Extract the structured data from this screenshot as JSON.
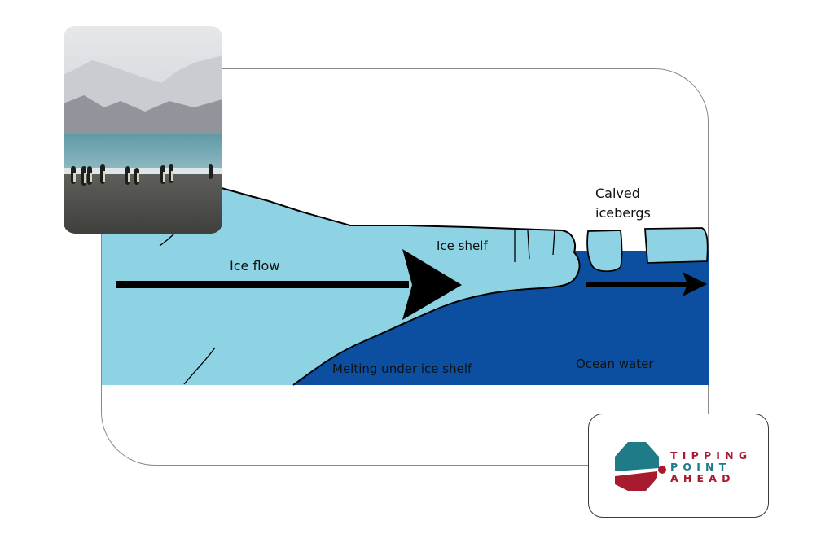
{
  "diagram": {
    "title": "Ice shelf calving diagram",
    "labels": {
      "ice_flow": "Ice flow",
      "ice_shelf": "Ice shelf",
      "calved_line1": "Calved",
      "calved_line2": "icebergs",
      "melting": "Melting under ice shelf",
      "ocean": "Ocean water"
    },
    "colors": {
      "ice": "#8dd3e3",
      "ocean": "#0c4fa0",
      "outline": "#000000"
    }
  },
  "photo": {
    "description": "King penguins on a beach with snow-capped mountains"
  },
  "logo": {
    "line1": "TIPPING",
    "line2": "POINT",
    "line3": "AHEAD",
    "colors": {
      "teal": "#1f7b87",
      "red": "#a81b2e"
    }
  }
}
